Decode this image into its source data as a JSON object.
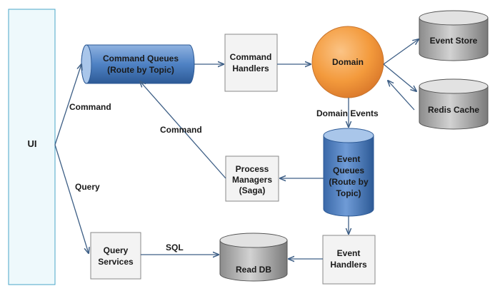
{
  "nodes": {
    "ui": "UI",
    "command_queues": [
      "Command Queues",
      "(Route by Topic)"
    ],
    "command_handlers": [
      "Command",
      "Handlers"
    ],
    "domain": "Domain",
    "event_store": "Event Store",
    "redis_cache": "Redis Cache",
    "event_queues": [
      "Event",
      "Queues",
      "(Route by",
      "Topic)"
    ],
    "process_managers": [
      "Process",
      "Managers",
      "(Saga)"
    ],
    "query_services": [
      "Query",
      "Services"
    ],
    "read_db": "Read DB",
    "event_handlers": [
      "Event",
      "Handlers"
    ]
  },
  "edge_labels": {
    "command_from_ui": "Command",
    "query_from_ui": "Query",
    "command_from_saga": "Command",
    "domain_events": "Domain Events",
    "sql": "SQL"
  },
  "colors": {
    "ui_fill": "#eef9fc",
    "ui_border": "#4aa6c8",
    "box_fill": "#f3f3f3",
    "box_border": "#8a8a8a",
    "domain_fill": "#f39a3c",
    "queue_fill": "#3f74b8",
    "db_fill": "#9c9c9c",
    "arrow": "#3e5f86"
  }
}
